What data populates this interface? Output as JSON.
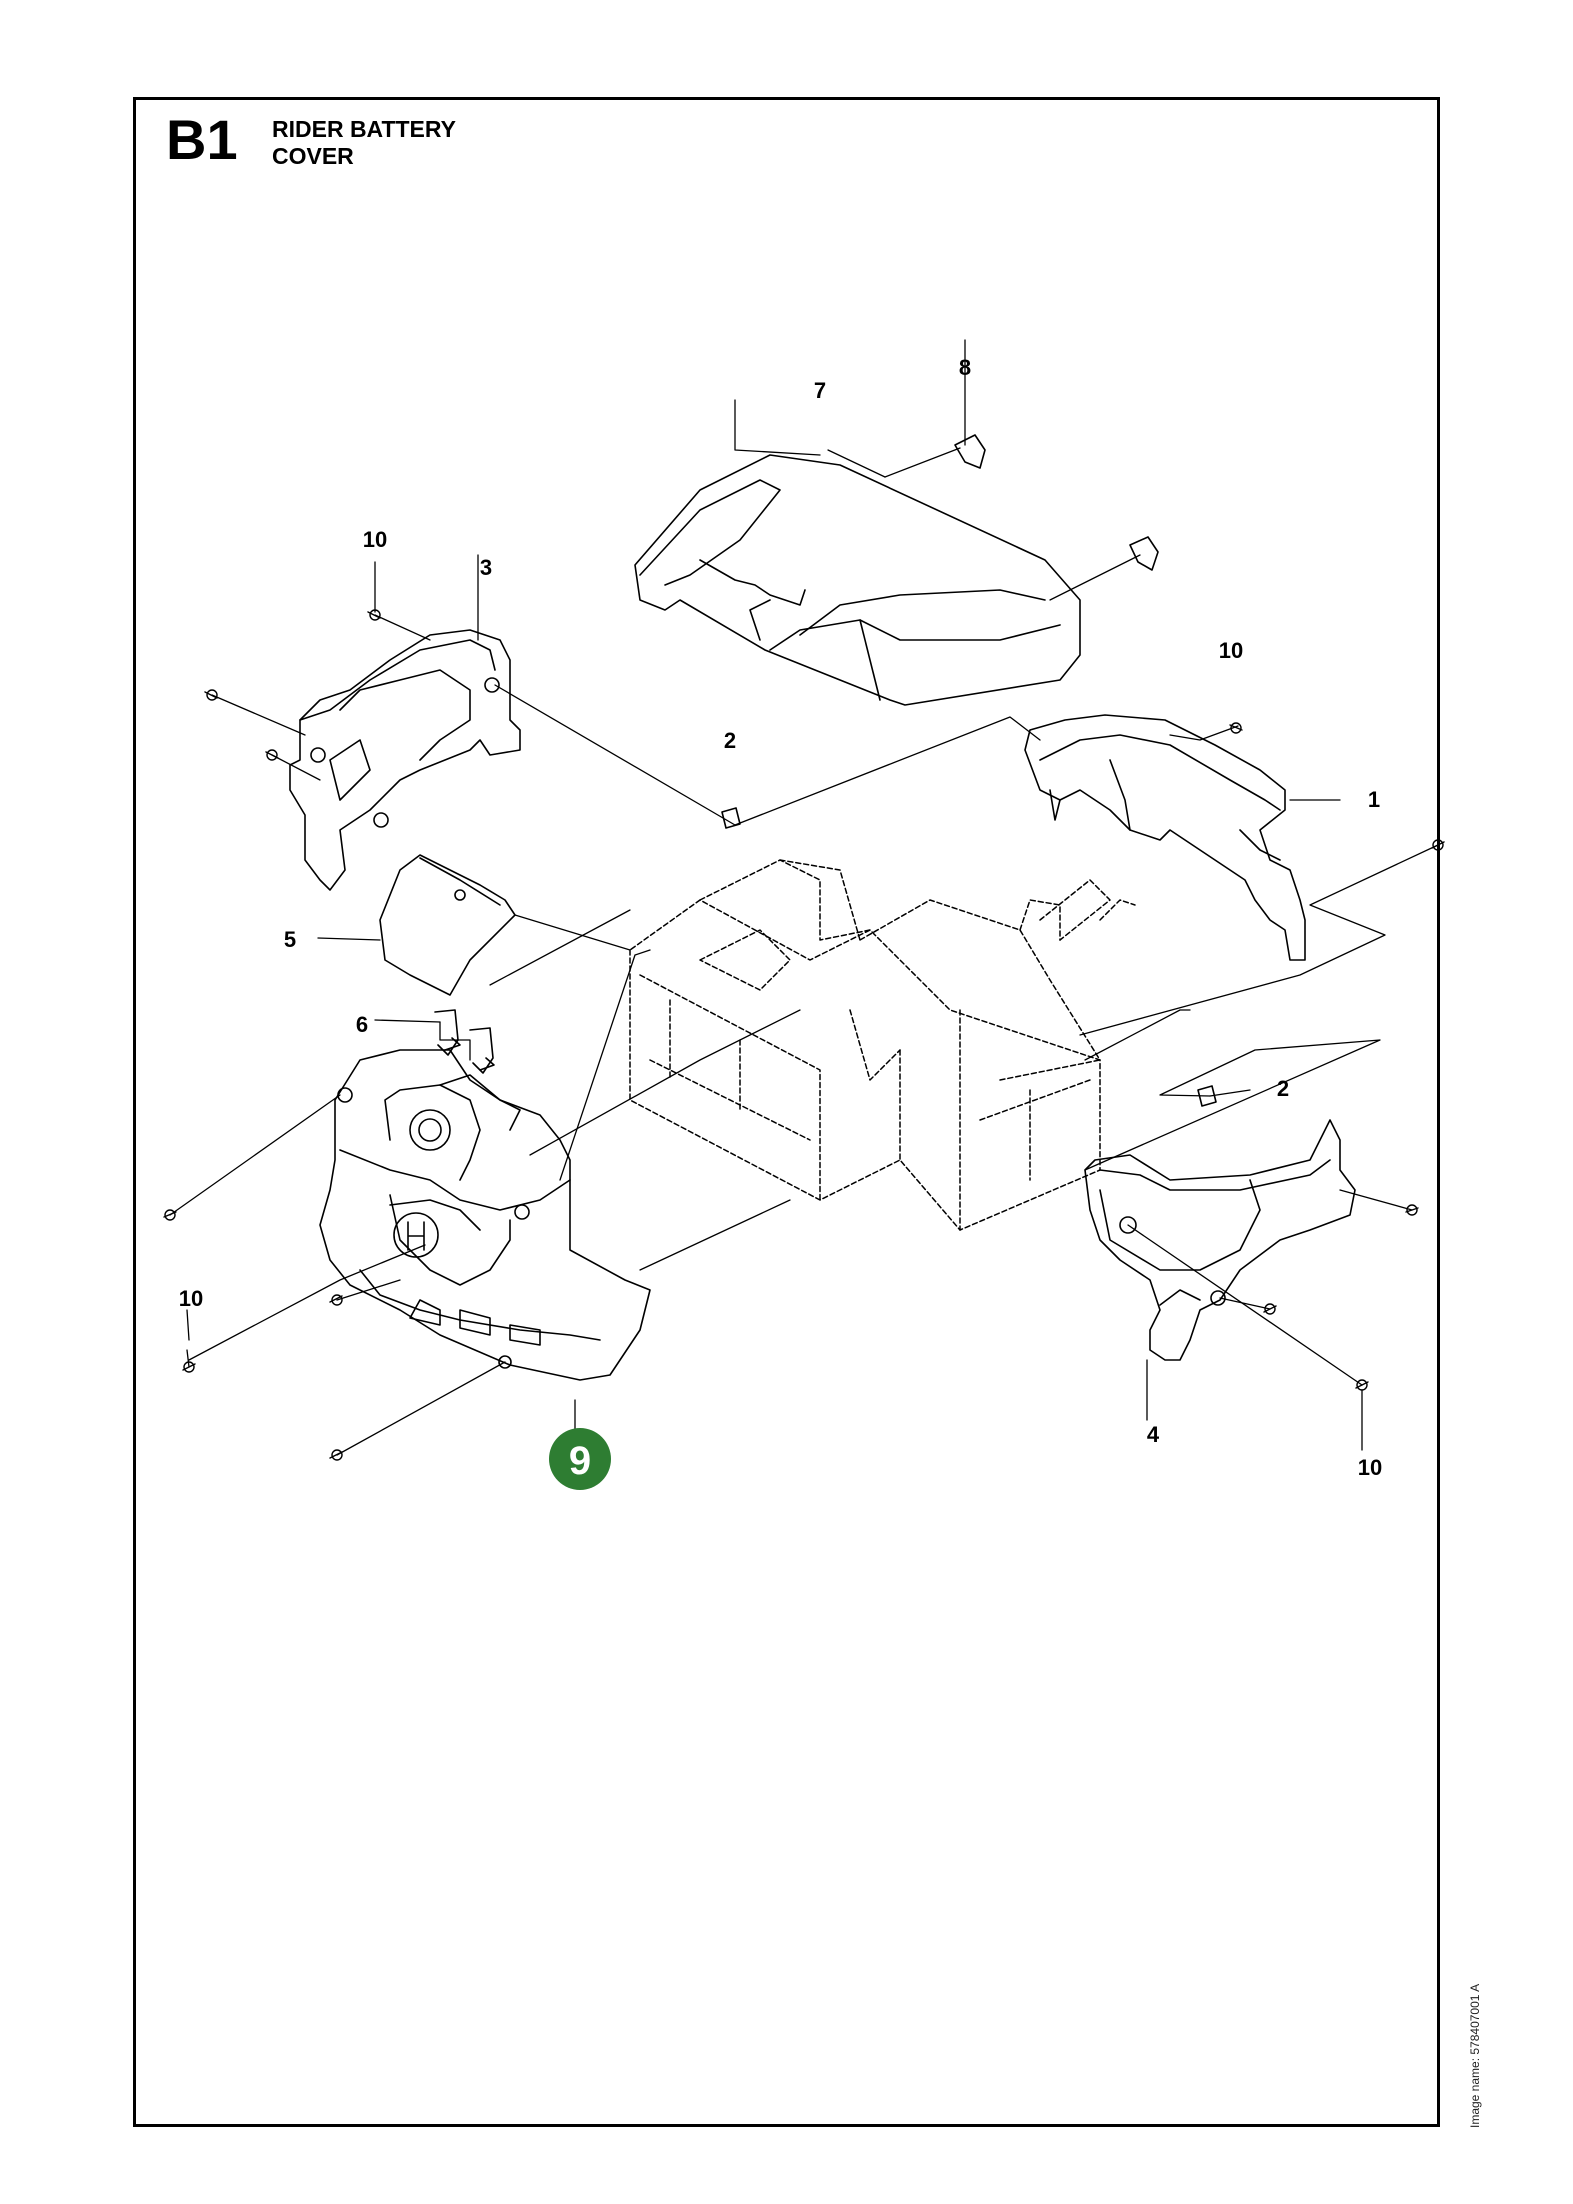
{
  "sheet": {
    "code": "B1",
    "title_line1": "RIDER BATTERY",
    "title_line2": "COVER",
    "image_name": "Image name: 578407001 A"
  },
  "callouts": {
    "c1": "1",
    "c2a": "2",
    "c2b": "2",
    "c3": "3",
    "c4": "4",
    "c5": "5",
    "c6": "6",
    "c7": "7",
    "c8": "8",
    "c9": "9",
    "c10a": "10",
    "c10b": "10",
    "c10c": "10",
    "c10d": "10"
  },
  "highlight": {
    "color": "#2e7d32",
    "item": "9"
  }
}
